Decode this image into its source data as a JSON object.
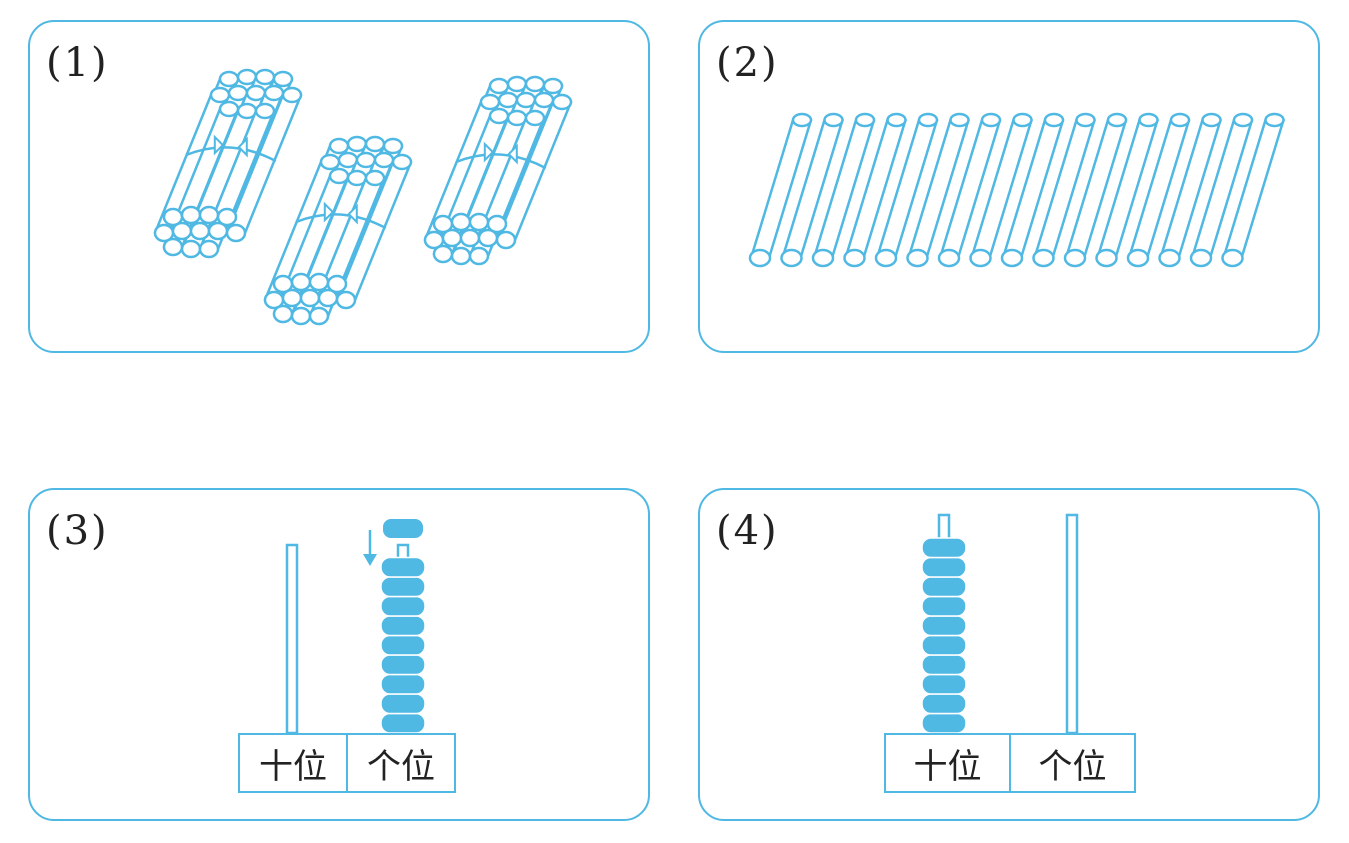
{
  "panels": [
    {
      "label": "(1)",
      "bundles": 3
    },
    {
      "label": "(2)",
      "sticks": 16
    },
    {
      "label": "(3)",
      "tens_beads": 0,
      "ones_beads": 9,
      "adding_beads": 1,
      "places": [
        "十位",
        "个位"
      ]
    },
    {
      "label": "(4)",
      "tens_beads": 10,
      "ones_beads": 0,
      "places": [
        "十位",
        "个位"
      ]
    }
  ],
  "colors": {
    "line": "#4fb8e3",
    "bead": "#4fb8e3"
  }
}
